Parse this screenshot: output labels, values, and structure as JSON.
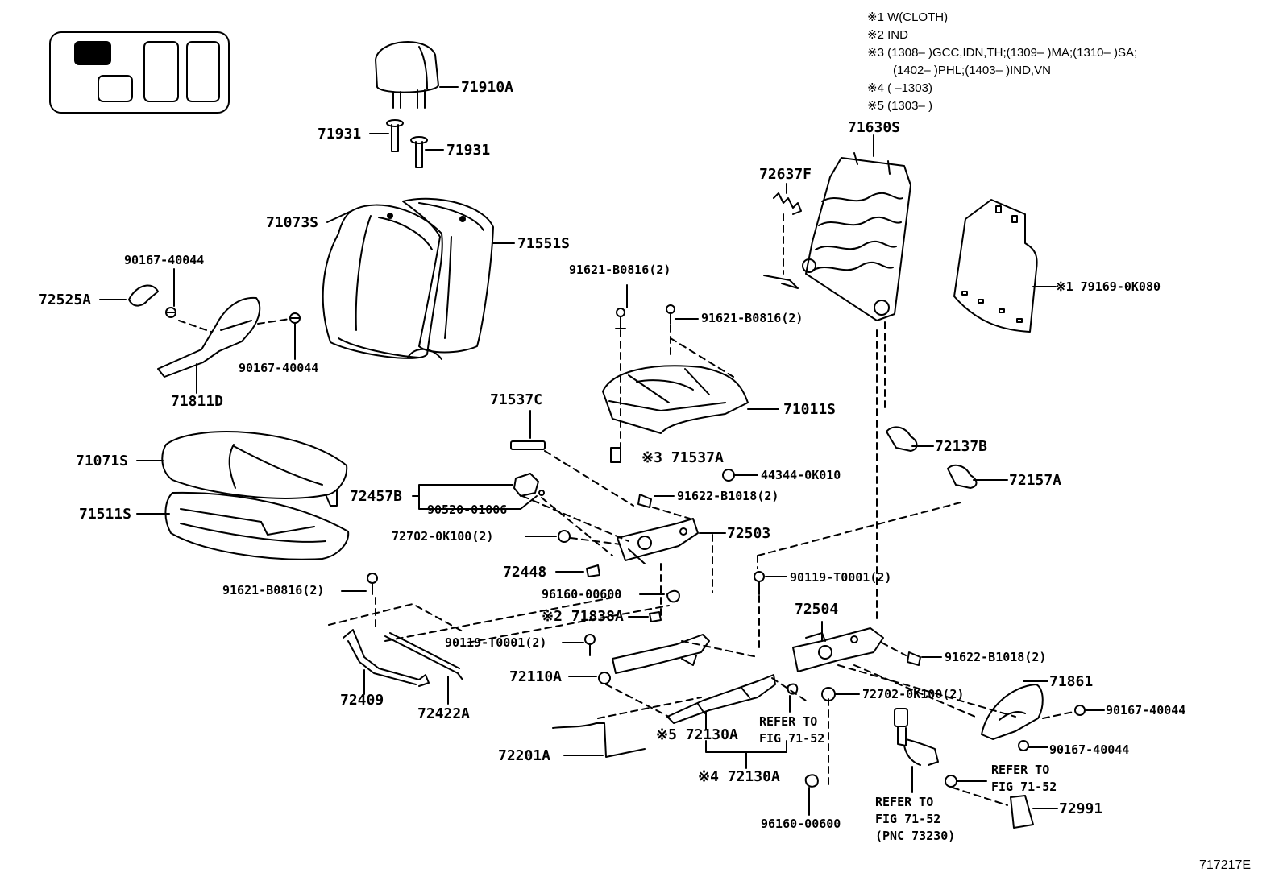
{
  "notes": [
    "※1 W(CLOTH)",
    "※2 IND",
    "※3 (1308–        )GCC,IDN,TH;(1309–        )MA;(1310–        )SA;",
    "(1402–        )PHL;(1403–        )IND,VN",
    "※4 (        –1303)",
    "※5 (1303–        )"
  ],
  "parts": {
    "p71910A": "71910A",
    "p71931a": "71931",
    "p71931b": "71931",
    "p71073S": "71073S",
    "p71551S": "71551S",
    "p90167_40044a": "90167-40044",
    "p72525A": "72525A",
    "p90167_40044b": "90167-40044",
    "p71811D": "71811D",
    "p71071S": "71071S",
    "p71511S": "71511S",
    "p72457B": "72457B",
    "p90520_01006": "90520-01006",
    "p72702_0K100a": "72702-0K100(2)",
    "p72448": "72448",
    "p91621_B0816c": "91621-B0816(2)",
    "p96160_00600a": "96160-00600",
    "p71838A": "※2 71838A",
    "p90119_T0001a": "90119-T0001(2)",
    "p72110A": "72110A",
    "p72409": "72409",
    "p72422A": "72422A",
    "p72201A": "72201A",
    "p72130A5": "※5 72130A",
    "p72130A4": "※4 72130A",
    "p71537C": "71537C",
    "p91621_B0816a": "91621-B0816(2)",
    "p91621_B0816b": "91621-B0816(2)",
    "p71011S": "71011S",
    "p71537A": "※3 71537A",
    "p44344_0K010": "44344-0K010",
    "p91622_B1018a": "91622-B1018(2)",
    "p72503": "72503",
    "p71630S": "71630S",
    "p72637F": "72637F",
    "p79169_0K080": "※1 79169-0K080",
    "p72137B": "72137B",
    "p72157A": "72157A",
    "p90119_T0001b": "90119-T0001(2)",
    "p72504": "72504",
    "p91622_B1018b": "91622-B1018(2)",
    "p72702_0K100b": "72702-0K100(2)",
    "p71861": "71861",
    "p90167_40044c": "90167-40044",
    "p90167_40044d": "90167-40044",
    "p96160_00600b": "96160-00600",
    "p72991": "72991"
  },
  "refs": {
    "r1": "REFER TO\nFIG 71-52",
    "r2": "REFER TO\nFIG 71-52",
    "r3": "REFER TO\nFIG 71-52\n(PNC 73230)"
  },
  "drawing_code": "717217E"
}
